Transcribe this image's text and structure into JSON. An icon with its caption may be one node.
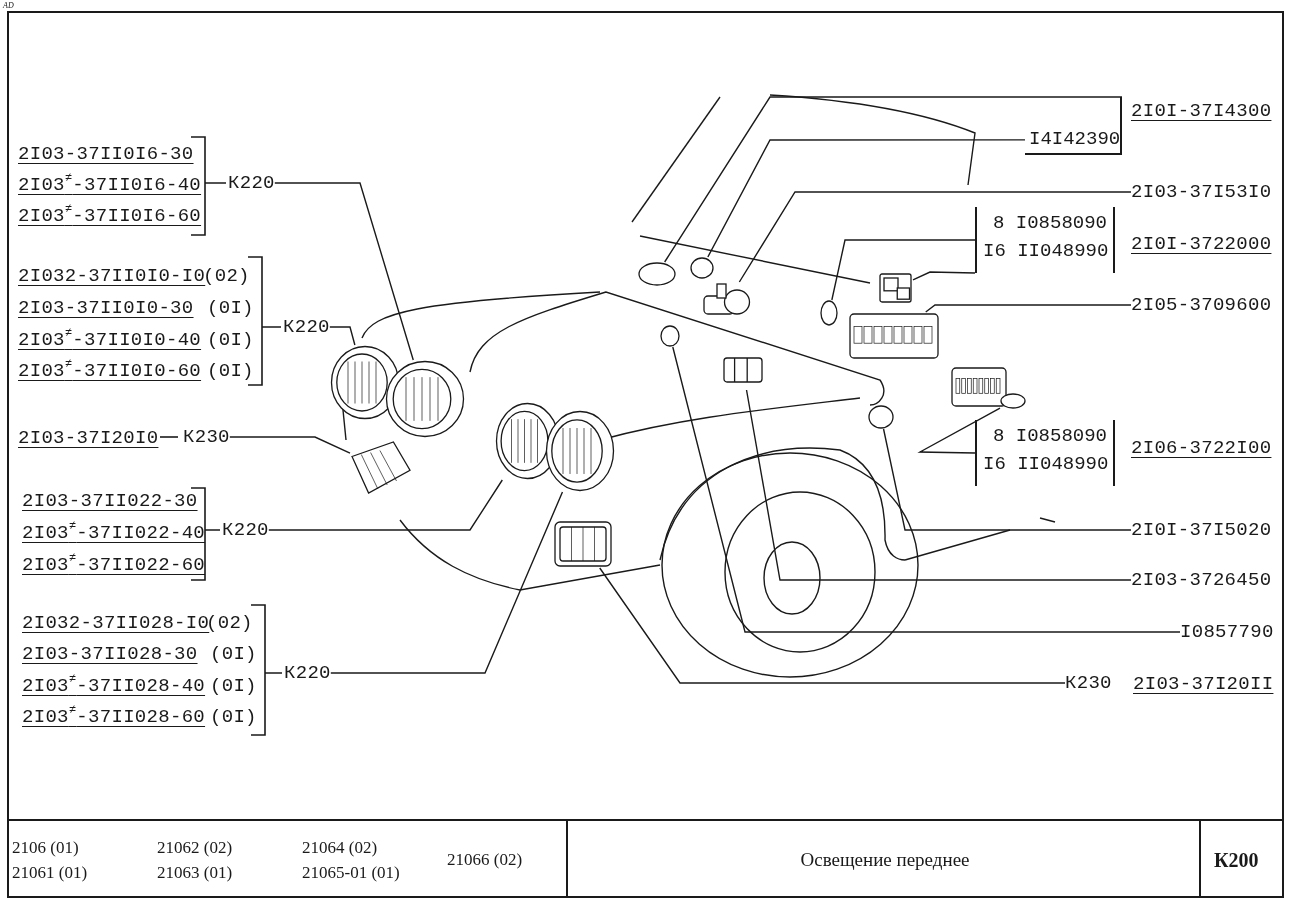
{
  "diagram": {
    "title": "Освещение переднее",
    "nodes": [
      {
        "text": [
          "К220"
        ]
      },
      {
        "text": [
          "К220"
        ]
      },
      {
        "text": [
          "К230"
        ]
      },
      {
        "text": [
          "К220"
        ]
      },
      {
        "text": [
          "К220"
        ]
      },
      {
        "text": [
          "I4I42390"
        ]
      },
      {
        "text": [
          "2I03-37I53I0"
        ]
      },
      {
        "text": [
          "8 I0858090",
          "I6 II048990"
        ]
      },
      {
        "text": [
          "2I05-3709600"
        ]
      },
      {
        "text": [
          "8 I0858090",
          "I6 II048990"
        ]
      },
      {
        "text": [
          "2I0I-37I5020"
        ]
      },
      {
        "text": [
          "2I03-3726450"
        ]
      },
      {
        "text": [
          "I0857790"
        ]
      },
      {
        "text": [
          "К230"
        ]
      },
      {
        "text": [],
        "shape": "picture"
      },
      {
        "text": [],
        "shape": "picture"
      },
      {
        "text": [],
        "shape": "picture"
      },
      {
        "text": [],
        "shape": "picture"
      },
      {
        "text": [],
        "shape": "picture"
      },
      {
        "text": [],
        "shape": "picture"
      },
      {
        "text": [],
        "shape": "circle"
      },
      {
        "text": [],
        "shape": "circle"
      },
      {
        "text": [],
        "shape": "picture"
      },
      {
        "text": [],
        "shape": "circle"
      },
      {
        "text": [],
        "shape": "picture"
      },
      {
        "text": [],
        "shape": "picture"
      },
      {
        "text": [],
        "shape": "picture"
      },
      {
        "text": [],
        "shape": "circle"
      },
      {
        "text": [],
        "shape": "circle"
      },
      {
        "text": [],
        "shape": "picture"
      },
      {
        "text": [],
        "shape": "circle"
      }
    ],
    "edges": [
      {
        "from": 0,
        "to": 15,
        "arrow": "none"
      },
      {
        "from": 1,
        "to": 14,
        "arrow": "none"
      },
      {
        "from": 2,
        "to": 16,
        "arrow": "none"
      },
      {
        "from": 3,
        "to": 17,
        "arrow": "none"
      },
      {
        "from": 4,
        "to": 18,
        "arrow": "none"
      },
      {
        "from": 5,
        "to": 20,
        "arrow": "none"
      },
      {
        "from": 5,
        "to": 21,
        "arrow": "none"
      },
      {
        "from": 6,
        "to": 22,
        "arrow": "none"
      },
      {
        "from": 7,
        "to": 23,
        "arrow": "none"
      },
      {
        "from": 7,
        "to": 24,
        "arrow": "none"
      },
      {
        "from": 8,
        "to": 25,
        "arrow": "none"
      },
      {
        "from": 9,
        "to": 27,
        "arrow": "none"
      },
      {
        "from": 10,
        "to": 28,
        "arrow": "none"
      },
      {
        "from": 11,
        "to": 29,
        "arrow": "none"
      },
      {
        "from": 12,
        "to": 30,
        "arrow": "none"
      },
      {
        "from": 13,
        "to": 19,
        "arrow": "none"
      }
    ],
    "labels": [
      "AD",
      "2I0I-37I4300",
      "2I03-37II0I6-30",
      "2I03$^{≠}$-37II0I6-40",
      "2I03$^{≠}$-37II0I6-60",
      "2I0I-3722000",
      "2I032-37II0I0-I0",
      "(02)",
      "2I03-37II0I0-30",
      "(0I)",
      "2I03$^{≠}$-37II0I0-40",
      "(0I)",
      "2I03$^{≠}$-37II0I0-60",
      "(0I)",
      "2I03-37I20I0",
      "2I06-3722I00",
      "2I03-37II022-30",
      "2I03$^{≠}$-37II022-40",
      "2I03$^{≠}$-37II022-60",
      "2I032-37II028-I0",
      "(02)",
      "2I03-37II028-30",
      "(0I)",
      "2I03$^{≠}$-37II028-40",
      "(0I)",
      "2I03$^{≠}$-37II028-60",
      "(0I)",
      "2I03-37I20II",
      "2106 (01)",
      "21062 (02)",
      "21064 (02)",
      "21066 (02)",
      "21061 (01)",
      "21063 (01)",
      "21065-01 (01)",
      "К200"
    ]
  }
}
